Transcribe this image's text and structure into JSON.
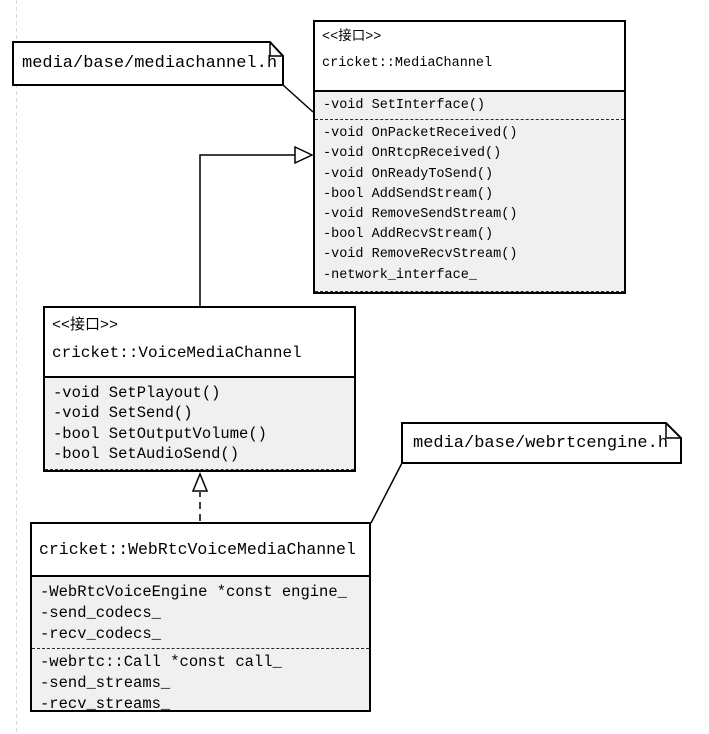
{
  "diagram": {
    "colors": {
      "background": "#ffffff",
      "line": "#000000",
      "compartment_fill": "#f0f0f0",
      "guide_line": "#d9d9d9"
    },
    "notes": [
      {
        "text": "media/base/mediachannel.h"
      },
      {
        "text": "media/base/webrtcengine.h"
      }
    ],
    "classes": [
      {
        "stereotype": "<<接口>>",
        "name": "cricket::MediaChannel",
        "sections": [
          [
            "-void SetInterface()"
          ],
          [
            "-void OnPacketReceived()",
            "-void OnRtcpReceived()",
            "-void OnReadyToSend()",
            "-bool AddSendStream()",
            "-void RemoveSendStream()",
            "-bool AddRecvStream()",
            "-void RemoveRecvStream()",
            "-network_interface_"
          ]
        ]
      },
      {
        "stereotype": "<<接口>>",
        "name": "cricket::VoiceMediaChannel",
        "sections": [
          [
            "-void SetPlayout()",
            "-void SetSend()",
            "-bool SetOutputVolume()",
            "-bool SetAudioSend()"
          ]
        ]
      },
      {
        "stereotype": "",
        "name": "cricket::WebRtcVoiceMediaChannel",
        "sections": [
          [
            "-WebRtcVoiceEngine *const engine_",
            "-send_codecs_",
            "-recv_codecs_"
          ],
          [
            "-webrtc::Call *const call_",
            "-send_streams_",
            "-recv_streams_"
          ]
        ]
      }
    ],
    "relations": [
      {
        "type": "generalization",
        "from": "cricket::VoiceMediaChannel",
        "to": "cricket::MediaChannel"
      },
      {
        "type": "realization",
        "from": "cricket::WebRtcVoiceMediaChannel",
        "to": "cricket::VoiceMediaChannel"
      }
    ]
  }
}
